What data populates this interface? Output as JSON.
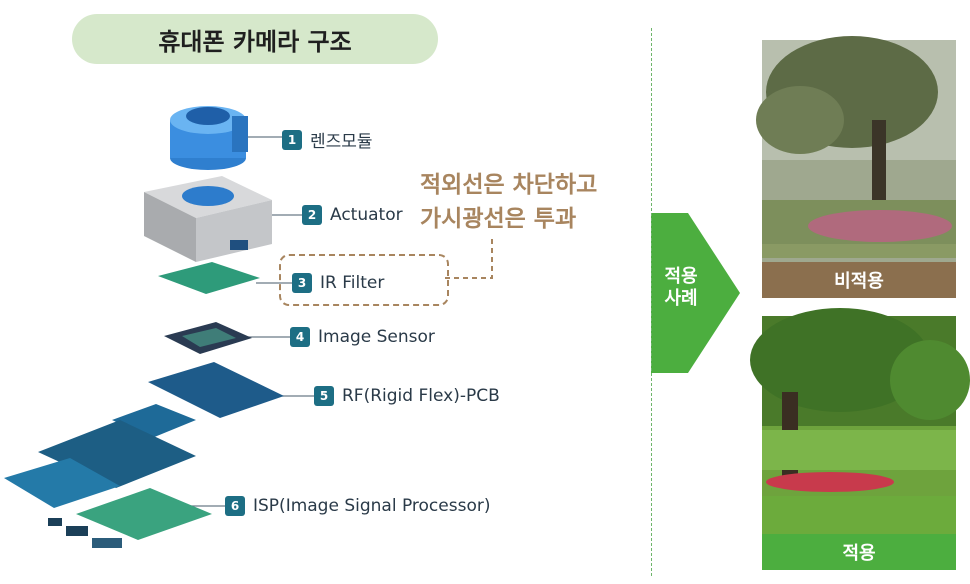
{
  "title": "휴대폰 카메라 구조",
  "components": [
    {
      "num": "1",
      "label": "렌즈모듈"
    },
    {
      "num": "2",
      "label": "Actuator"
    },
    {
      "num": "3",
      "label": "IR Filter"
    },
    {
      "num": "4",
      "label": "Image Sensor"
    },
    {
      "num": "5",
      "label": "RF(Rigid Flex)-PCB"
    },
    {
      "num": "6",
      "label": "ISP(Image Signal Processor)"
    }
  ],
  "callout": {
    "line1": "적외선은 차단하고",
    "line2": "가시광선은 투과"
  },
  "arrow": {
    "line1": "적용",
    "line2": "사례"
  },
  "examples": [
    {
      "caption": "비적용",
      "color": "#8b6f4e"
    },
    {
      "caption": "적용",
      "color": "#4cae3f"
    }
  ],
  "colors": {
    "accent_brown": "#a8855f",
    "accent_green": "#4cae3f",
    "badge": "#1d6e84",
    "pill": "#d6e8cb"
  }
}
